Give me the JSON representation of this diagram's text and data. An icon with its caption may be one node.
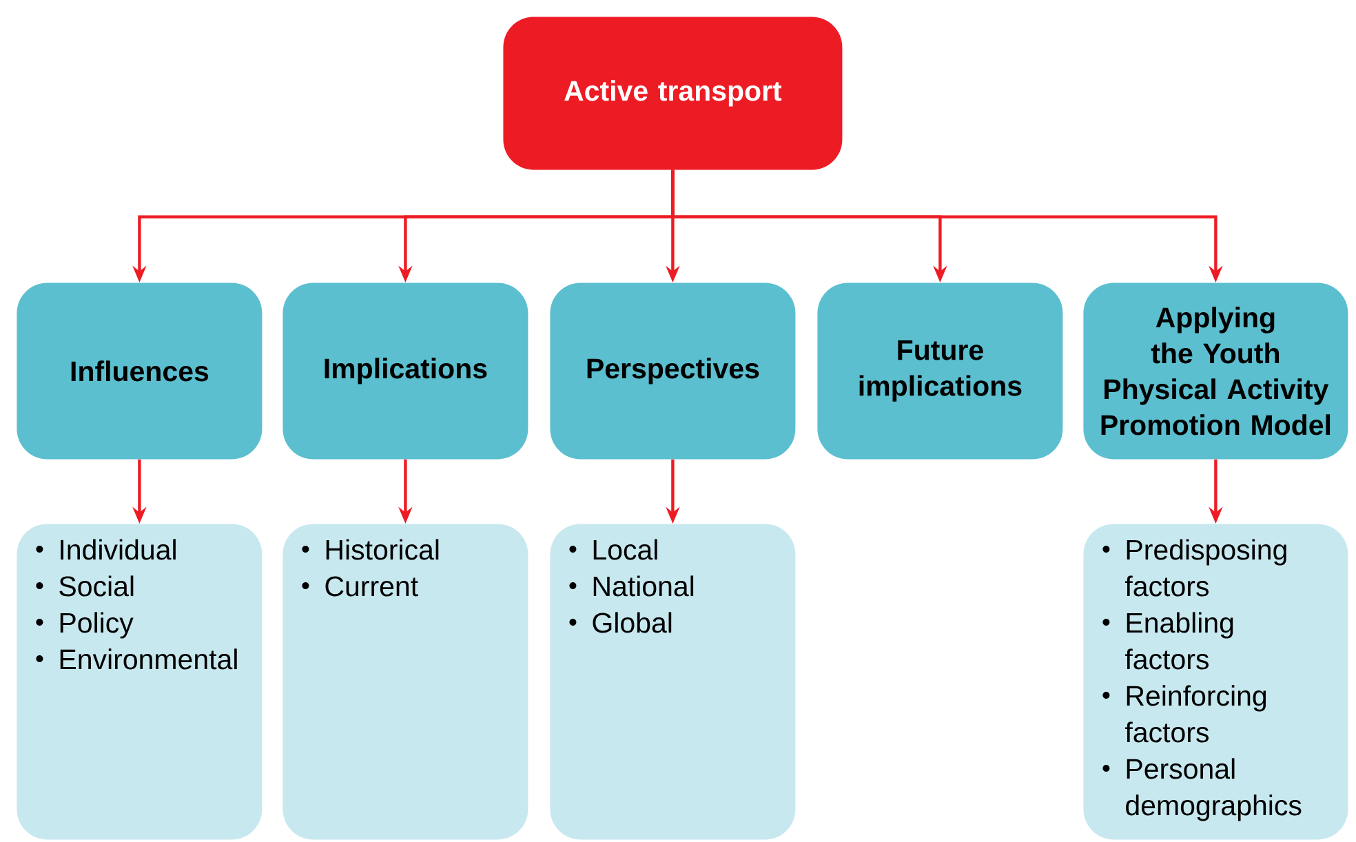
{
  "diagram": {
    "nodes": [
      {
        "text": [
          "Active transport"
        ]
      },
      {
        "text": [
          "Influences"
        ]
      },
      {
        "text": [
          "Implications"
        ]
      },
      {
        "text": [
          "Perspectives"
        ]
      },
      {
        "text": [
          "Future implications"
        ]
      },
      {
        "text": [
          "Applying the Youth Physical Activity Promotion Model"
        ]
      },
      {
        "text": [
          "Individual",
          "Social",
          "Policy",
          "Environmental"
        ]
      },
      {
        "text": [
          "Historical",
          "Current"
        ]
      },
      {
        "text": [
          "Local",
          "National",
          "Global"
        ]
      },
      {
        "text": [
          "Predisposing factors",
          "Enabling factors",
          "Reinforcing factors",
          "Personal demographics"
        ]
      }
    ],
    "edges": [
      {
        "from": 0,
        "to": 1,
        "arrow": "to"
      },
      {
        "from": 0,
        "to": 2,
        "arrow": "to"
      },
      {
        "from": 0,
        "to": 3,
        "arrow": "to"
      },
      {
        "from": 0,
        "to": 4,
        "arrow": "to"
      },
      {
        "from": 0,
        "to": 5,
        "arrow": "to"
      },
      {
        "from": 1,
        "to": 6,
        "arrow": "to"
      },
      {
        "from": 2,
        "to": 7,
        "arrow": "to"
      },
      {
        "from": 3,
        "to": 8,
        "arrow": "to"
      },
      {
        "from": 5,
        "to": 9,
        "arrow": "to"
      }
    ]
  }
}
